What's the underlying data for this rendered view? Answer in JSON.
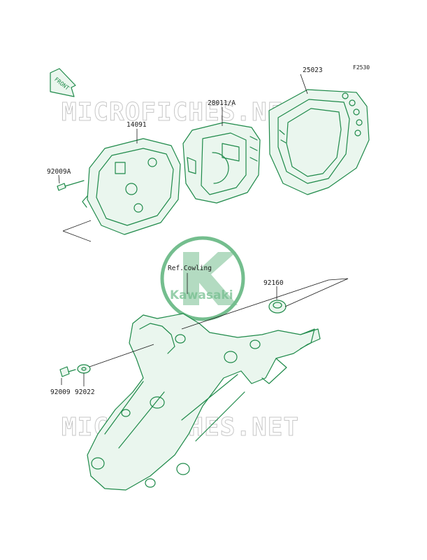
{
  "figure_code": "F2530",
  "front_arrow": {
    "label": "FRONT"
  },
  "watermark": {
    "text": "MICROFICHES.NET"
  },
  "logo": {
    "text": "Kawasaki"
  },
  "parts": [
    {
      "id": "25023",
      "label": "25023"
    },
    {
      "id": "28011A",
      "label": "28011/A"
    },
    {
      "id": "14091",
      "label": "14091"
    },
    {
      "id": "92009A",
      "label": "92009A"
    },
    {
      "id": "ref-cowling",
      "label": "Ref.Cowling"
    },
    {
      "id": "92160",
      "label": "92160"
    },
    {
      "id": "92009",
      "label": "92009"
    },
    {
      "id": "92022",
      "label": "92022"
    }
  ],
  "colors": {
    "part_line": "#1f8a4a",
    "part_fill": "#eaf6ee",
    "text": "#1a1a1a",
    "watermark": "#9a9a9a",
    "logo": "#3aa35f"
  }
}
